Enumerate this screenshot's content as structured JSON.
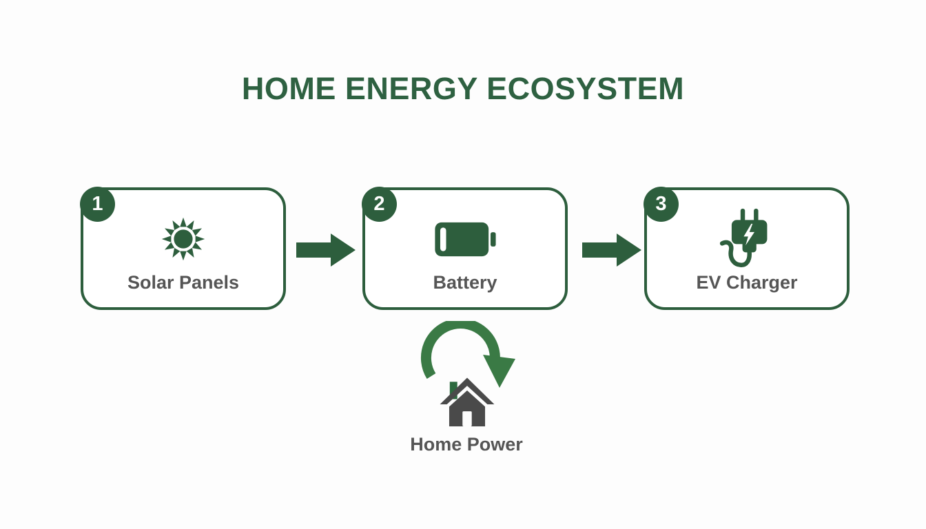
{
  "title": "HOME ENERGY ECOSYSTEM",
  "steps": [
    {
      "number": "1",
      "label": "Solar Panels",
      "icon": "sun-icon"
    },
    {
      "number": "2",
      "label": "Battery",
      "icon": "battery-icon"
    },
    {
      "number": "3",
      "label": "EV Charger",
      "icon": "ev-plug-icon"
    }
  ],
  "connectors": [
    {
      "from": "Solar Panels",
      "to": "Battery",
      "icon": "right-block-arrow-icon"
    },
    {
      "from": "Battery",
      "to": "EV Charger",
      "icon": "right-block-arrow-icon"
    },
    {
      "from": "Battery",
      "to": "Home Power",
      "icon": "curved-down-arrow-icon"
    }
  ],
  "home": {
    "label": "Home Power",
    "icon": "house-icon"
  },
  "colors": {
    "primary_green": "#2d5e3d",
    "arrow_green": "#3a7a45",
    "label_gray": "#555555",
    "house_gray": "#4a4a4a",
    "background": "#fdfdfd"
  }
}
